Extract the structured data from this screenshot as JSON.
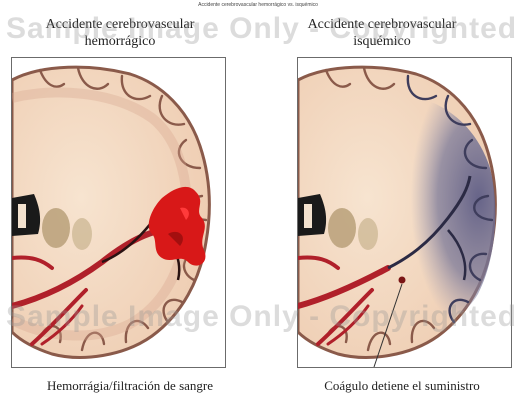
{
  "header": {
    "caption": "Accidente cerebrovascular hemorrágico vs. isquémico"
  },
  "panels": {
    "left": {
      "title_line1": "Accidente cerebrovascular",
      "title_line2": "hemorrágico",
      "caption": "Hemorrágia/filtración de sangre"
    },
    "right": {
      "title_line1": "Accidente cerebrovascular",
      "title_line2": "isquémico",
      "caption": "Coágulo detiene el suministro"
    }
  },
  "watermark": {
    "phrase1": "Sample Image Only - Copyrighted",
    "phrase2": "Sample Image Only - Copyrighted"
  },
  "colors": {
    "brain_tissue": "#f5dcc4",
    "brain_outline": "#8a5a4a",
    "artery": "#b0202a",
    "hemorrhage": "#d81818",
    "ischemic_zone": "#6b6a8e",
    "ventricle": "#1a1a1a",
    "nucleus": "#b8a079"
  }
}
